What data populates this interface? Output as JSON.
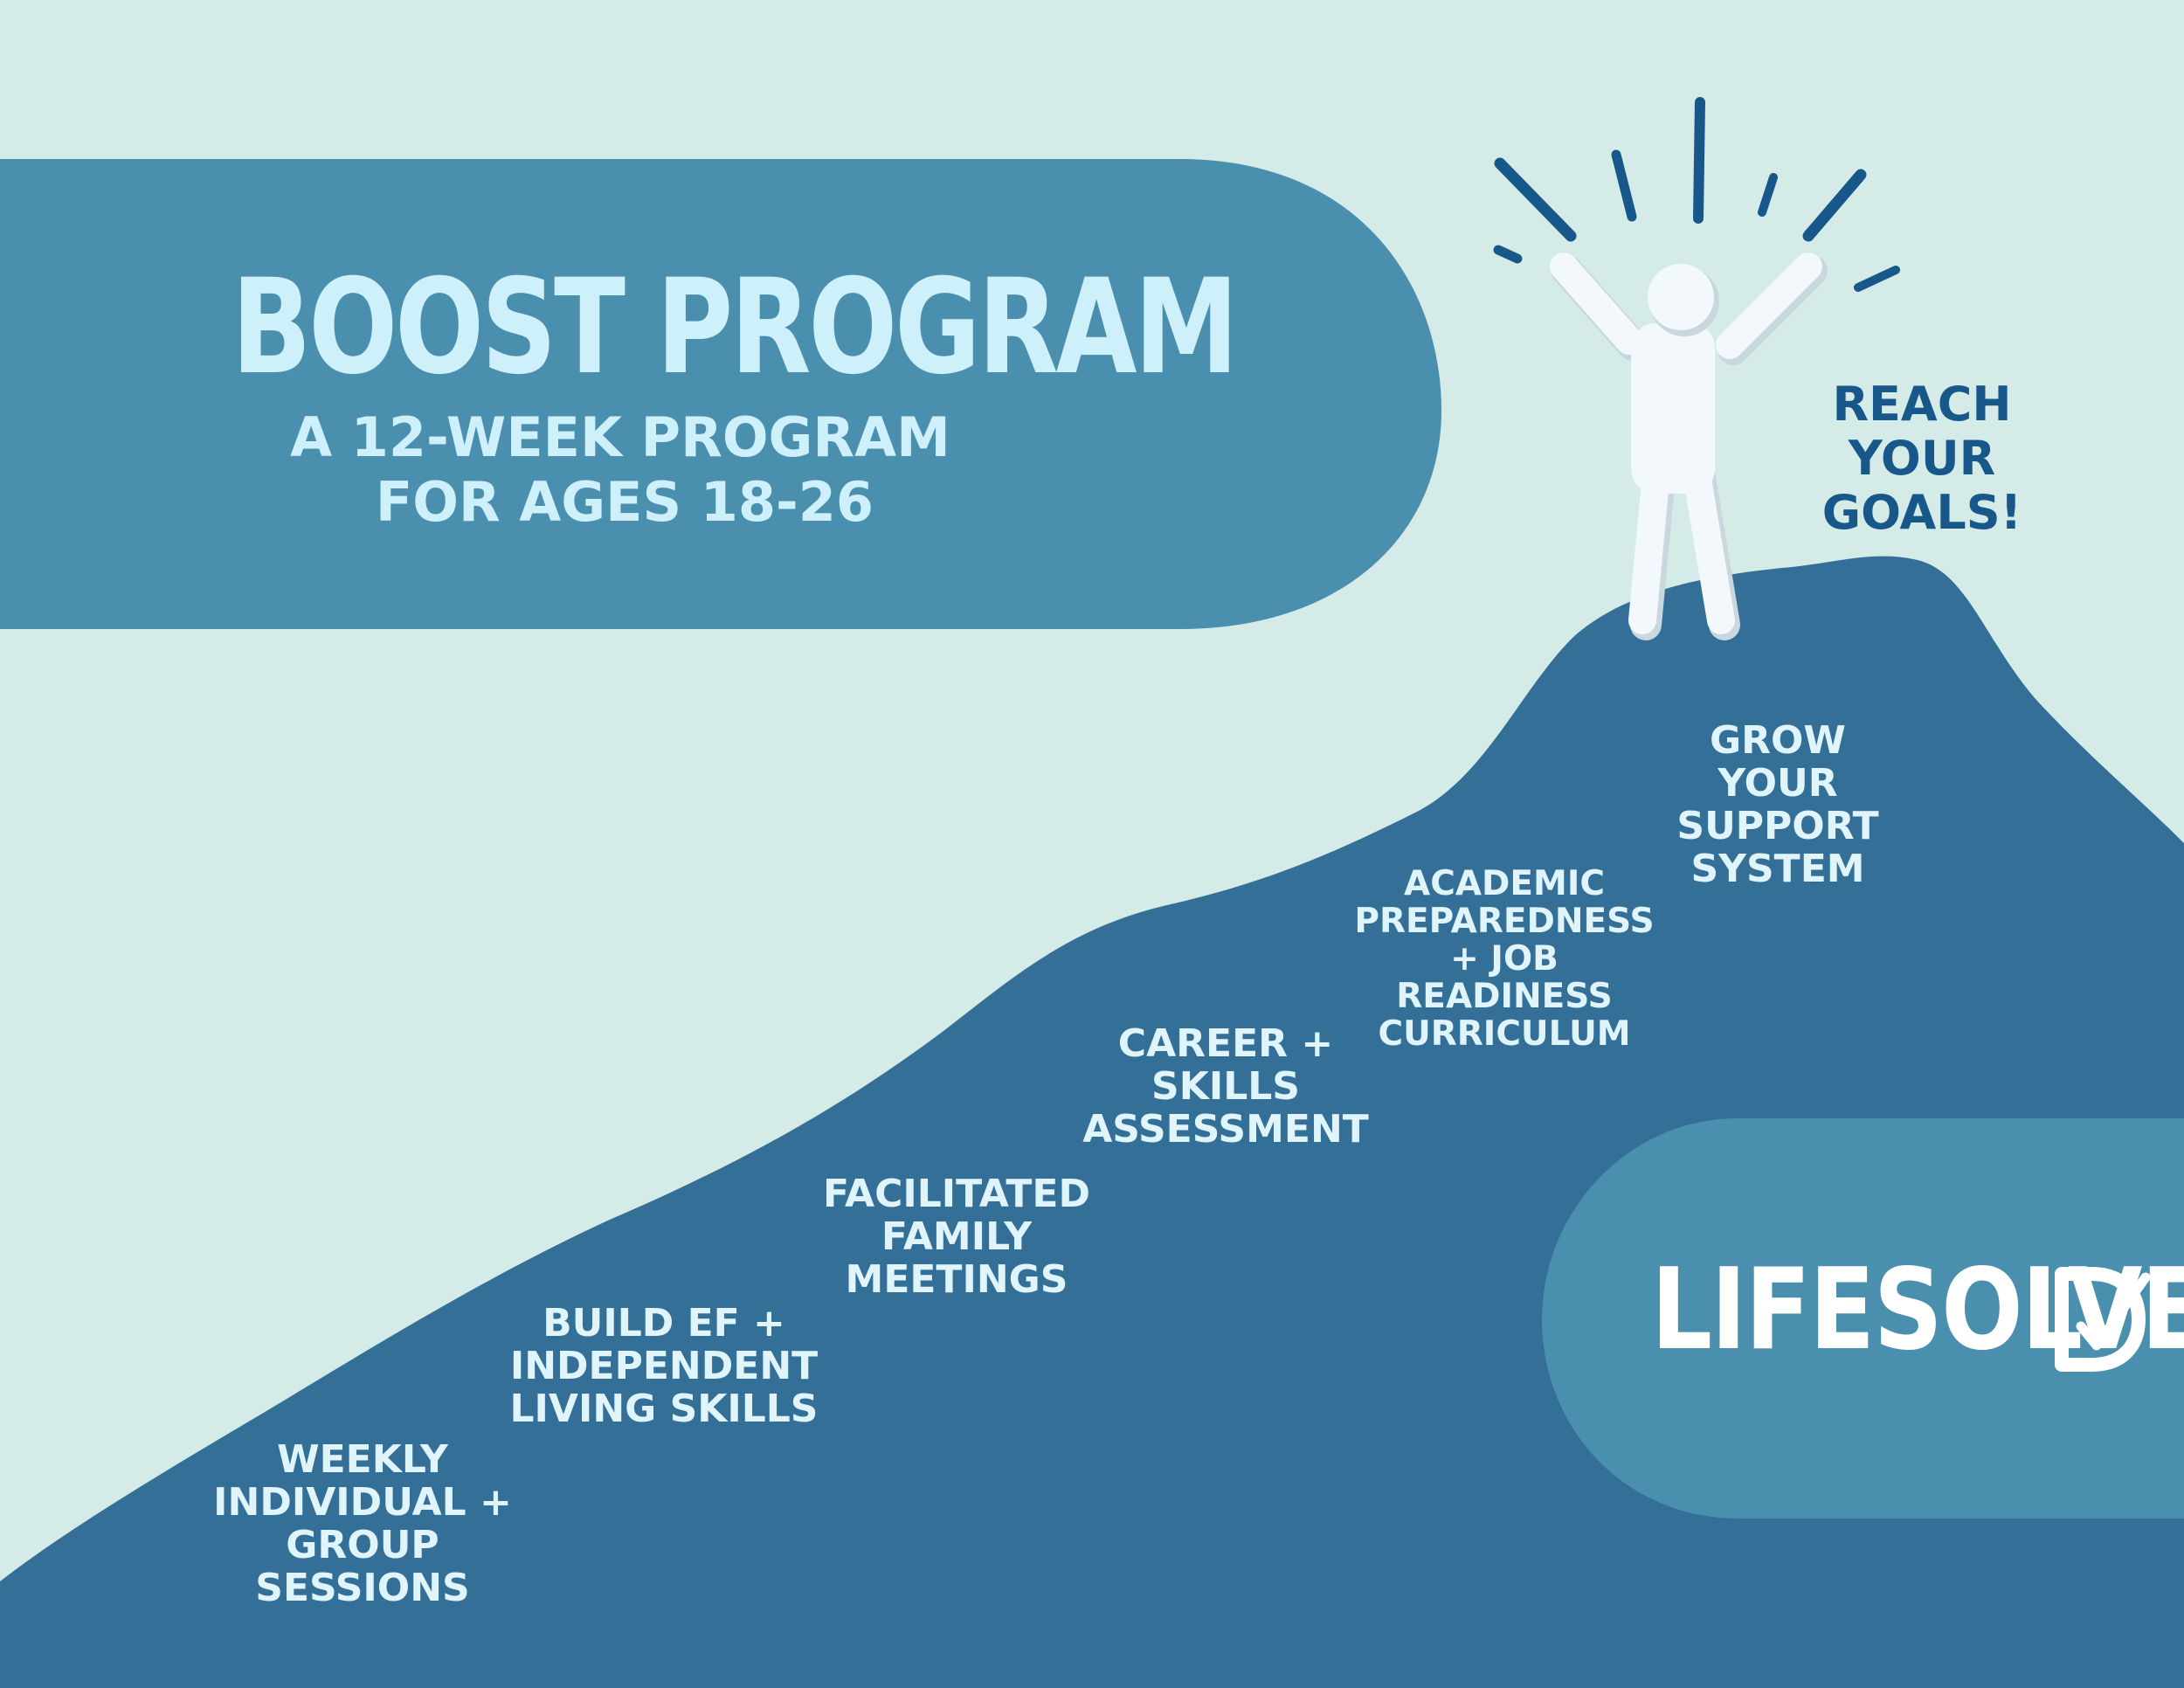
{
  "colors": {
    "background": "#d5ebe8",
    "banner": "#4a8fae",
    "mountain": "#336f96",
    "title_text": "#cdf0fb",
    "step_text": "#dff4fb",
    "accent_dark": "#17578a",
    "figure": "#f2f8fb"
  },
  "header": {
    "title": "BOOST PROGRAM",
    "subtitle_line1": "A 12-WEEK PROGRAM",
    "subtitle_line2": "FOR AGES 18-26"
  },
  "steps": [
    {
      "lines": [
        "WEEKLY",
        "INDIVIDUAL +",
        "GROUP",
        "SESSIONS"
      ]
    },
    {
      "lines": [
        "BUILD EF +",
        "INDEPENDENT",
        "LIVING SKILLS"
      ]
    },
    {
      "lines": [
        "FACILITATED",
        "FAMILY",
        "MEETINGS"
      ]
    },
    {
      "lines": [
        "CAREER +",
        "SKILLS",
        "ASSESSMENT"
      ]
    },
    {
      "lines": [
        "ACADEMIC",
        "PREPAREDNESS",
        "+ JOB",
        "READINESS",
        "CURRICULUM"
      ]
    },
    {
      "lines": [
        "GROW",
        "YOUR",
        "SUPPORT",
        "SYSTEM"
      ]
    }
  ],
  "goal": {
    "lines": [
      "REACH",
      "YOUR",
      "GOALS!"
    ]
  },
  "logo": {
    "text": "LIFESOLVE",
    "icon": "check-icon"
  },
  "icons": {
    "figure": "celebrating-person-icon"
  }
}
